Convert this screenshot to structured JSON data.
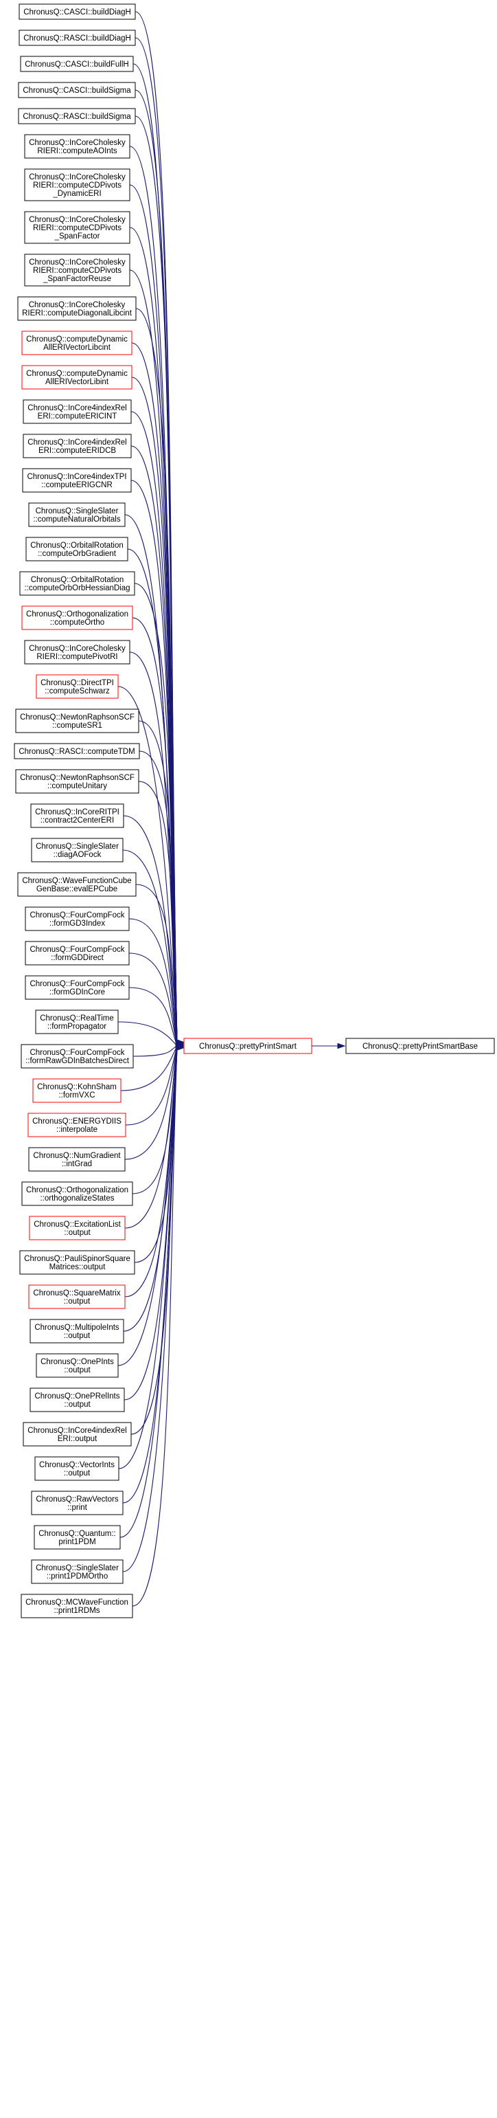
{
  "colors": {
    "edge": "#191970",
    "border_default": "#000000",
    "border_highlight": "#ff0000",
    "base_fill": "#bfbfbf",
    "node_fill": "#ffffff"
  },
  "graph": {
    "target": {
      "id": "pretty-print-smart-base",
      "lines": [
        "ChronusQ::prettyPrintSmartBase"
      ],
      "style": "base"
    },
    "hub": {
      "id": "pretty-print-smart",
      "lines": [
        "ChronusQ::prettyPrintSmart"
      ],
      "style": "red"
    },
    "callers": [
      {
        "lines": [
          "ChronusQ::CASCI::buildDiagH"
        ],
        "style": "black"
      },
      {
        "lines": [
          "ChronusQ::RASCI::buildDiagH"
        ],
        "style": "black"
      },
      {
        "lines": [
          "ChronusQ::CASCI::buildFullH"
        ],
        "style": "black"
      },
      {
        "lines": [
          "ChronusQ::CASCI::buildSigma"
        ],
        "style": "black"
      },
      {
        "lines": [
          "ChronusQ::RASCI::buildSigma"
        ],
        "style": "black"
      },
      {
        "lines": [
          "ChronusQ::InCoreCholesky",
          "RIERI::computeAOInts"
        ],
        "style": "black"
      },
      {
        "lines": [
          "ChronusQ::InCoreCholesky",
          "RIERI::computeCDPivots",
          "_DynamicERI"
        ],
        "style": "black"
      },
      {
        "lines": [
          "ChronusQ::InCoreCholesky",
          "RIERI::computeCDPivots",
          "_SpanFactor"
        ],
        "style": "black"
      },
      {
        "lines": [
          "ChronusQ::InCoreCholesky",
          "RIERI::computeCDPivots",
          "_SpanFactorReuse"
        ],
        "style": "black"
      },
      {
        "lines": [
          "ChronusQ::InCoreCholesky",
          "RIERI::computeDiagonalLibcint"
        ],
        "style": "black"
      },
      {
        "lines": [
          "ChronusQ::computeDynamic",
          "AllERIVectorLibcint"
        ],
        "style": "red"
      },
      {
        "lines": [
          "ChronusQ::computeDynamic",
          "AllERIVectorLibint"
        ],
        "style": "red"
      },
      {
        "lines": [
          "ChronusQ::InCore4indexRel",
          "ERI::computeERICINT"
        ],
        "style": "black"
      },
      {
        "lines": [
          "ChronusQ::InCore4indexRel",
          "ERI::computeERIDCB"
        ],
        "style": "black"
      },
      {
        "lines": [
          "ChronusQ::InCore4indexTPI",
          "::computeERIGCNR"
        ],
        "style": "black"
      },
      {
        "lines": [
          "ChronusQ::SingleSlater",
          "::computeNaturalOrbitals"
        ],
        "style": "black"
      },
      {
        "lines": [
          "ChronusQ::OrbitalRotation",
          "::computeOrbGradient"
        ],
        "style": "black"
      },
      {
        "lines": [
          "ChronusQ::OrbitalRotation",
          "::computeOrbOrbHessianDiag"
        ],
        "style": "black"
      },
      {
        "lines": [
          "ChronusQ::Orthogonalization",
          "::computeOrtho"
        ],
        "style": "red"
      },
      {
        "lines": [
          "ChronusQ::InCoreCholesky",
          "RIERI::computePivotRI"
        ],
        "style": "black"
      },
      {
        "lines": [
          "ChronusQ::DirectTPI",
          "::computeSchwarz"
        ],
        "style": "red"
      },
      {
        "lines": [
          "ChronusQ::NewtonRaphsonSCF",
          "::computeSR1"
        ],
        "style": "black"
      },
      {
        "lines": [
          "ChronusQ::RASCI::computeTDM"
        ],
        "style": "black"
      },
      {
        "lines": [
          "ChronusQ::NewtonRaphsonSCF",
          "::computeUnitary"
        ],
        "style": "black"
      },
      {
        "lines": [
          "ChronusQ::InCoreRITPI",
          "::contract2CenterERI"
        ],
        "style": "black"
      },
      {
        "lines": [
          "ChronusQ::SingleSlater",
          "::diagAOFock"
        ],
        "style": "black"
      },
      {
        "lines": [
          "ChronusQ::WaveFunctionCube",
          "GenBase::evalEPCube"
        ],
        "style": "black"
      },
      {
        "lines": [
          "ChronusQ::FourCompFock",
          "::formGD3Index"
        ],
        "style": "black"
      },
      {
        "lines": [
          "ChronusQ::FourCompFock",
          "::formGDDirect"
        ],
        "style": "black"
      },
      {
        "lines": [
          "ChronusQ::FourCompFock",
          "::formGDInCore"
        ],
        "style": "black"
      },
      {
        "lines": [
          "ChronusQ::RealTime",
          "::formPropagator"
        ],
        "style": "black"
      },
      {
        "lines": [
          "ChronusQ::FourCompFock",
          "::formRawGDInBatchesDirect"
        ],
        "style": "black"
      },
      {
        "lines": [
          "ChronusQ::KohnSham",
          "::formVXC"
        ],
        "style": "red"
      },
      {
        "lines": [
          "ChronusQ::ENERGYDIIS",
          "::interpolate"
        ],
        "style": "red"
      },
      {
        "lines": [
          "ChronusQ::NumGradient",
          "::intGrad"
        ],
        "style": "black"
      },
      {
        "lines": [
          "ChronusQ::Orthogonalization",
          "::orthogonalizeStates"
        ],
        "style": "black"
      },
      {
        "lines": [
          "ChronusQ::ExcitationList",
          "::output"
        ],
        "style": "red"
      },
      {
        "lines": [
          "ChronusQ::PauliSpinorSquare",
          "Matrices::output"
        ],
        "style": "black"
      },
      {
        "lines": [
          "ChronusQ::SquareMatrix",
          "::output"
        ],
        "style": "red"
      },
      {
        "lines": [
          "ChronusQ::MultipoleInts",
          "::output"
        ],
        "style": "black"
      },
      {
        "lines": [
          "ChronusQ::OnePInts",
          "::output"
        ],
        "style": "black"
      },
      {
        "lines": [
          "ChronusQ::OnePRelInts",
          "::output"
        ],
        "style": "black"
      },
      {
        "lines": [
          "ChronusQ::InCore4indexRel",
          "ERI::output"
        ],
        "style": "black"
      },
      {
        "lines": [
          "ChronusQ::VectorInts",
          "::output"
        ],
        "style": "black"
      },
      {
        "lines": [
          "ChronusQ::RawVectors",
          "::print"
        ],
        "style": "black"
      },
      {
        "lines": [
          "ChronusQ::Quantum::",
          "print1PDM"
        ],
        "style": "black"
      },
      {
        "lines": [
          "ChronusQ::SingleSlater",
          "::print1PDMOrtho"
        ],
        "style": "black"
      },
      {
        "lines": [
          "ChronusQ::MCWaveFunction",
          "::print1RDMs"
        ],
        "style": "black"
      }
    ]
  }
}
